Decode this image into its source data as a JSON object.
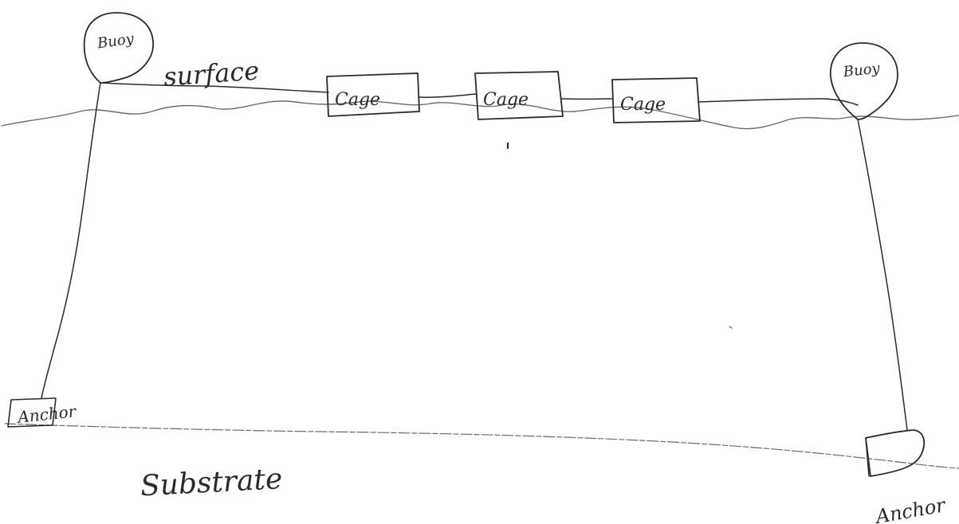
{
  "labels": {
    "buoy_left": "Buoy",
    "buoy_right": "Buoy",
    "surface": "surface",
    "cage_1": "Cage",
    "cage_2": "Cage",
    "cage_3": "Cage",
    "anchor_left": "Anchor",
    "anchor_right": "Anchor",
    "substrate": "Substrate"
  },
  "colors": {
    "ink": "#2a2a2a",
    "paper": "#ffffff"
  }
}
